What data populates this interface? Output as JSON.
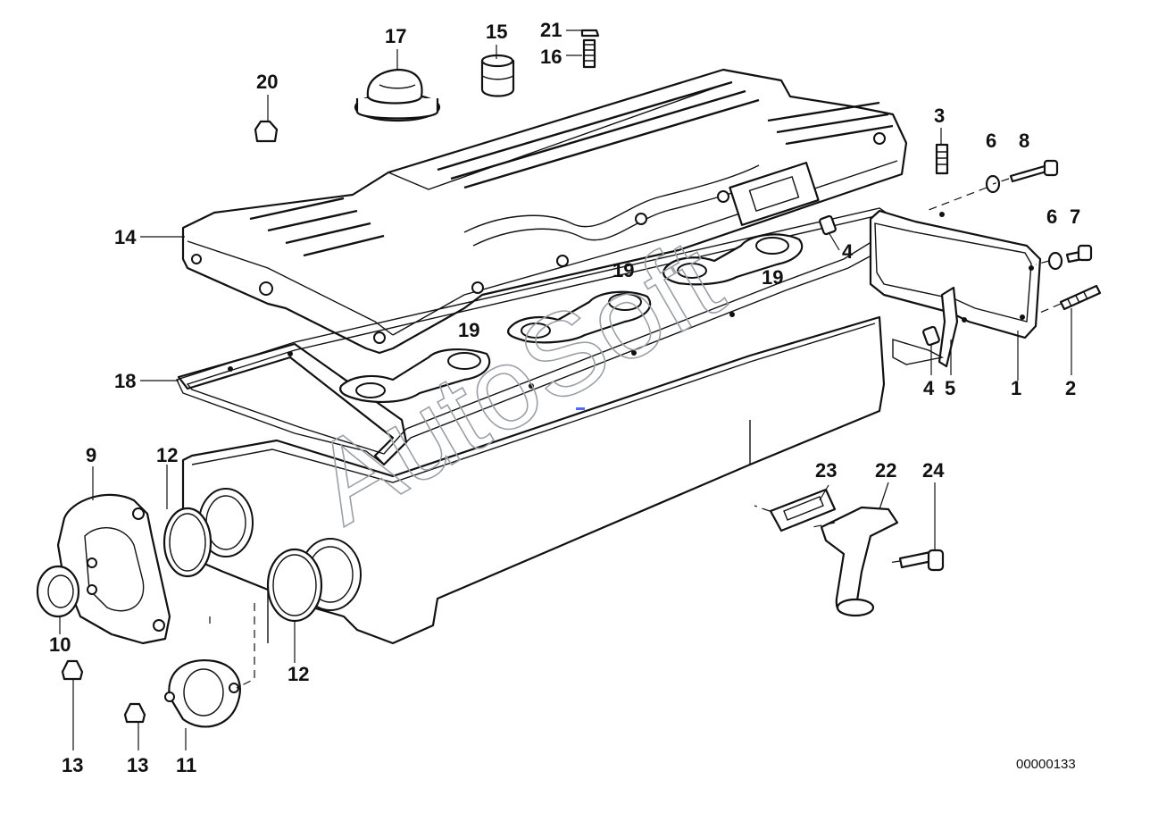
{
  "diagram": {
    "reference_number": "00000133",
    "watermark": "AutoSoft",
    "colors": {
      "line": "#111111",
      "background": "#ffffff",
      "watermark": "#9aa0a6",
      "marker": "#4a6cf7"
    },
    "callouts": {
      "n1": "1",
      "n2": "2",
      "n3": "3",
      "n4a": "4",
      "n4b": "4",
      "n5": "5",
      "n6a": "6",
      "n6b": "6",
      "n7": "7",
      "n8": "8",
      "n9": "9",
      "n10": "10",
      "n11": "11",
      "n12a": "12",
      "n12b": "12",
      "n13a": "13",
      "n13b": "13",
      "n14": "14",
      "n15": "15",
      "n16": "16",
      "n17": "17",
      "n18": "18",
      "n19a": "19",
      "n19b": "19",
      "n19c": "19",
      "n20": "20",
      "n21": "21",
      "n22": "22",
      "n23": "23",
      "n24": "24"
    }
  }
}
